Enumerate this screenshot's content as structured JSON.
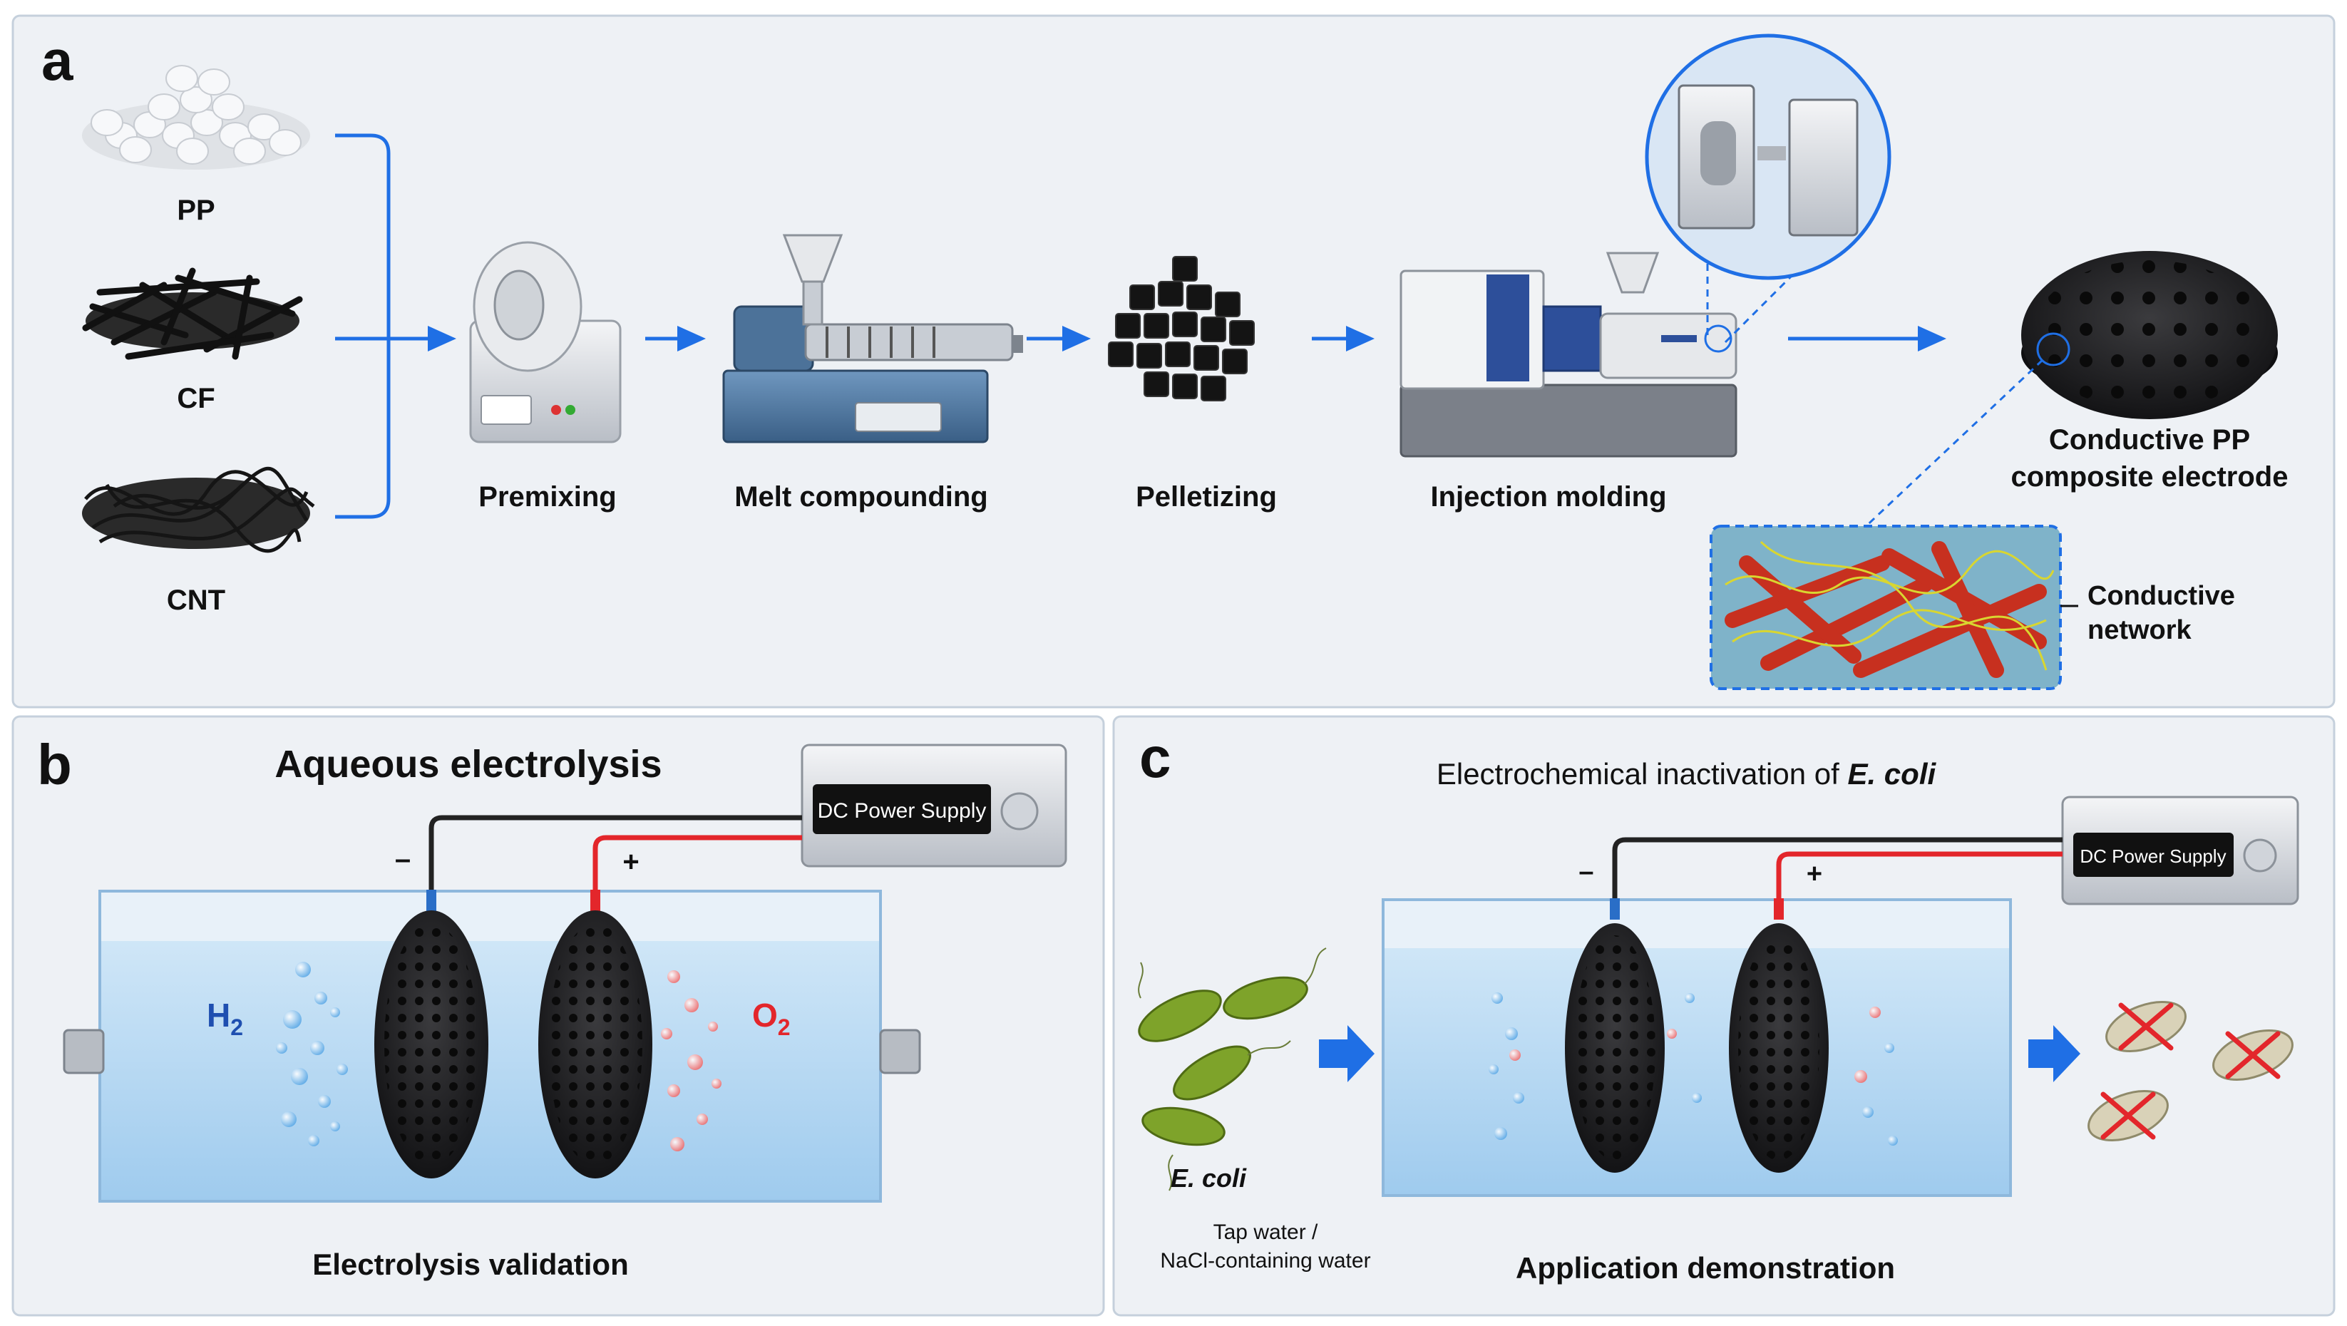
{
  "panel_a": {
    "letter": "a",
    "inputs": [
      "PP",
      "CF",
      "CNT"
    ],
    "steps": [
      "Premixing",
      "Melt compounding",
      "Pelletizing",
      "Injection molding"
    ],
    "product": [
      "Conductive PP",
      "composite electrode"
    ],
    "network": [
      "Conductive",
      "network"
    ]
  },
  "panel_b": {
    "letter": "b",
    "title": "Aqueous electrolysis",
    "power_supply": "DC Power Supply",
    "minus": "–",
    "plus": "+",
    "gas_left_main": "H",
    "gas_left_sub": "2",
    "gas_right_main": "O",
    "gas_right_sub": "2",
    "caption": "Electrolysis validation"
  },
  "panel_c": {
    "letter": "c",
    "title_prefix": "Electrochemical inactivation of ",
    "title_italic": "E. coli",
    "power_supply": "DC Power Supply",
    "minus": "–",
    "plus": "+",
    "bacteria_label": "E. coli",
    "water_line1": "Tap water /",
    "water_line2": "NaCl-containing water",
    "caption": "Application demonstration"
  },
  "colors": {
    "arrow_blue": "#1f6fe5",
    "panel_bg": "#eef1f5",
    "panel_border": "#c5d0dc",
    "wire_red": "#e3262b",
    "o2_red": "#e3262b",
    "h2_blue": "#1f4fb0"
  }
}
